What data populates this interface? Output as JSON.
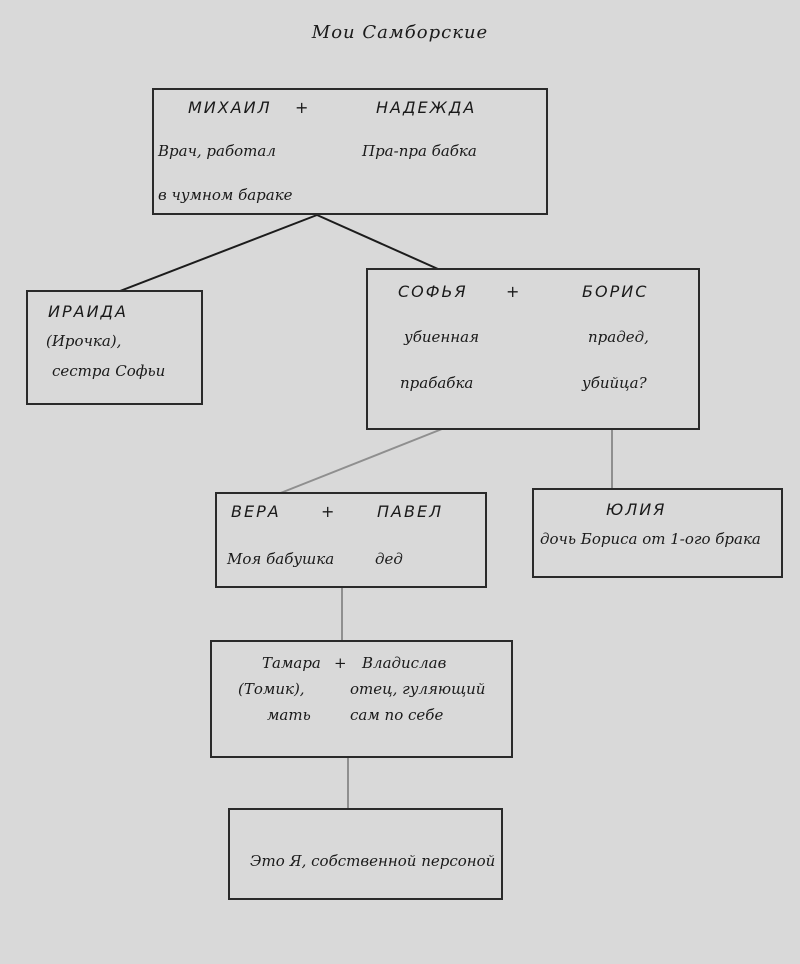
{
  "page": {
    "title": "Мои Самборские",
    "background_color": "#d9d9d9",
    "text_color": "#1a1a1a",
    "line_color_dark": "#1c1c1c",
    "line_color_gray": "#8f8f8f",
    "border_color": "#2a2a2a"
  },
  "boxes": {
    "mikhail_nadezhda": {
      "husband": "МИХАИЛ",
      "plus": "+",
      "wife": "НАДЕЖДА",
      "note_husband1": "Врач, работал",
      "note_wife": "Пра-пра бабка",
      "note_husband2": "в чумном бараке"
    },
    "iraida": {
      "name": "ИРАИДА",
      "line2": "(Ирочка),",
      "line3": "сестра Софьи"
    },
    "sofya_boris": {
      "wife": "СОФЬЯ",
      "plus": "+",
      "husband": "БОРИС",
      "note_wife1": "убиенная",
      "note_husband1": "прадед,",
      "note_wife2": "прабабка",
      "note_husband2": "убийца?"
    },
    "vera_pavel": {
      "wife": "ВЕРА",
      "plus": "+",
      "husband": "ПАВЕЛ",
      "note_wife": "Моя бабушка",
      "note_husband": "дед"
    },
    "yulia": {
      "name": "ЮЛИЯ",
      "line2": "дочь Бориса от 1-ого брака"
    },
    "tamara_vladislav": {
      "wife": "Тамара",
      "plus": "+",
      "husband": "Владислав",
      "wife_line2": "(Томик),",
      "husband_line2": "отец, гуляющий",
      "wife_line3": "мать",
      "husband_line3": "сам по себе"
    },
    "me": {
      "line": "Это Я, собственной персоной"
    }
  }
}
